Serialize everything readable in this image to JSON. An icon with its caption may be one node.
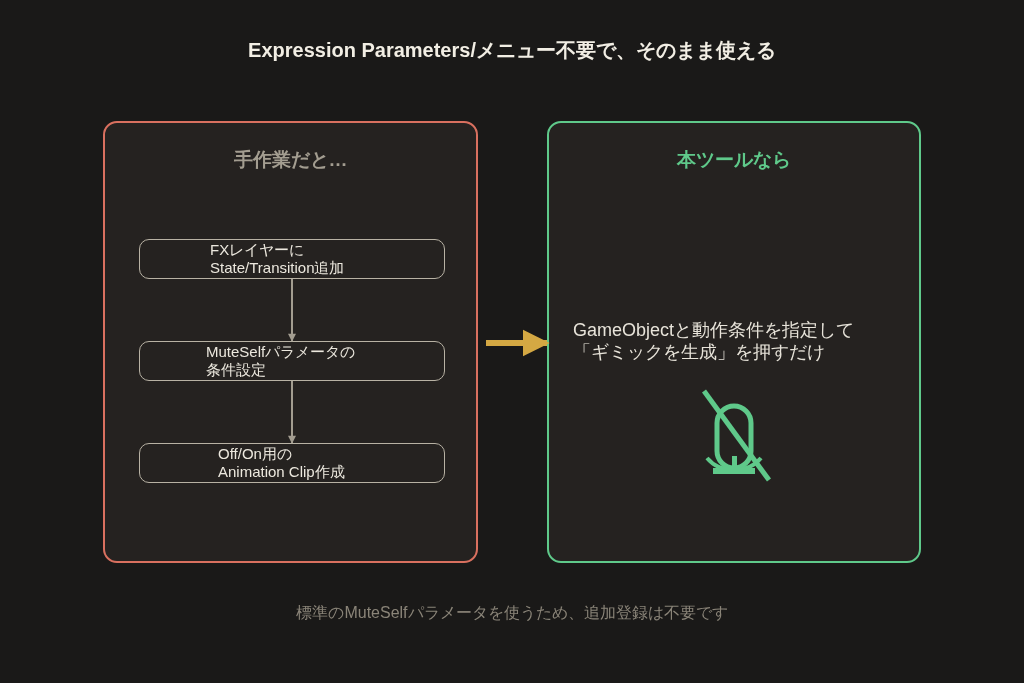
{
  "diagram": {
    "title": "Expression Parameters/メニュー不要で、そのまま使える",
    "nodes": [
      {
        "text": [
          "手作業だと…"
        ]
      },
      {
        "text": [
          "FXレイヤーに State/Transition追加"
        ],
        "in": 0
      },
      {
        "text": [
          "MuteSelfパラメータの条件設定"
        ],
        "in": 0
      },
      {
        "text": [
          "Off/On用の Animation Clip作成"
        ],
        "in": 0
      },
      {
        "text": [
          "本ツールなら",
          "GameObjectと動作条件を指定して「ギミックを生成」を押すだけ"
        ]
      }
    ],
    "edges": [
      {
        "from": 1,
        "to": 2,
        "arrow": "to"
      },
      {
        "from": 2,
        "to": 3,
        "arrow": "to"
      },
      {
        "from": 0,
        "to": 4,
        "arrow": "to",
        "style": "thick",
        "color": "#d4a843"
      }
    ],
    "caption": "標準のMuteSelfパラメータを使うため、追加登録は不要です"
  }
}
